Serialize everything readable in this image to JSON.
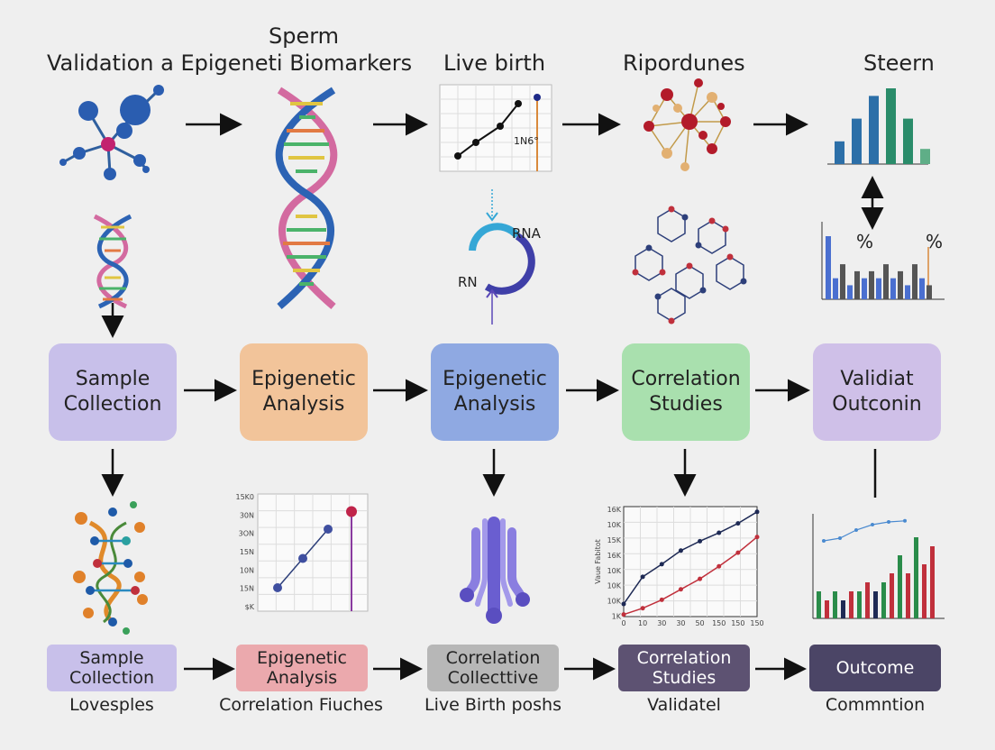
{
  "header": {
    "sperm": "Sperm",
    "main_title": "Validation a Epigeneti Biomarkers",
    "live_birth": "Live birth",
    "ripordunes": "Ripordunes",
    "steern": "Steern"
  },
  "row1_labels": {
    "chart_annotation": "1N6°",
    "rna_top": "RNA",
    "rna_left": "RN",
    "pct_a": "%",
    "pct_b": "%"
  },
  "main_boxes": [
    {
      "label": "Sample\nCollection",
      "color": "#c8c0ea"
    },
    {
      "label": "Epigenetic\nAnalysis",
      "color": "#f2c49a"
    },
    {
      "label": "Epigenetic\nAnalysis",
      "color": "#8fa9e2"
    },
    {
      "label": "Correlation\nStudies",
      "color": "#a9e0ae"
    },
    {
      "label": "Validiat\nOutconin",
      "color": "#cfc0e8"
    }
  ],
  "small_boxes": [
    {
      "label": "Sample\nCollection",
      "color": "#c8c0ea"
    },
    {
      "label": "Epigenetic\nAnalysis",
      "color": "#eba9ad"
    },
    {
      "label": "Correlation\nCollecttive",
      "color": "#b7b7b7"
    },
    {
      "label": "Correlation\nStudies",
      "color": "#5d5272",
      "text_color": "#ffffff"
    },
    {
      "label": "Outcome",
      "color": "#4b4566",
      "text_color": "#ffffff"
    }
  ],
  "captions": [
    "Lovesples",
    "Correlation Fiuches",
    "Live Birth poshs",
    "Validatel",
    "Commntion"
  ],
  "chart_data": [
    {
      "type": "line",
      "title": "",
      "y_ticks": [
        "15K0",
        "30N",
        "3ON",
        "15N",
        "10N",
        "15N",
        "$K"
      ],
      "x": [
        1,
        2,
        3
      ],
      "values": [
        2,
        4.5,
        7
      ],
      "highlight": 8.5
    },
    {
      "type": "line",
      "ylabel": "Vaue Fabitot",
      "y_ticks": [
        "16K",
        "10K",
        "15K",
        "16K",
        "10K",
        "10K",
        "10K",
        "1K"
      ],
      "x_ticks": [
        "0",
        "10",
        "30",
        "30",
        "50",
        "150",
        "150",
        "150"
      ],
      "series": [
        {
          "values": [
            1.2,
            3.8,
            5.0,
            6.3,
            7.2,
            8.0,
            8.9,
            10.0
          ],
          "color": "#1e2a55"
        },
        {
          "values": [
            0.2,
            0.8,
            1.6,
            2.6,
            3.6,
            4.8,
            6.1,
            7.6
          ],
          "color": "#c0303c"
        }
      ]
    },
    {
      "type": "bar",
      "values": [
        3,
        6,
        9,
        10,
        6,
        2
      ],
      "colors": [
        "#2c6fa8",
        "#2c6fa8",
        "#2c6fa8",
        "#2a8c6a",
        "#2a8c6a",
        "#5fae87"
      ]
    },
    {
      "type": "bar",
      "values": [
        9,
        3,
        5,
        2,
        4,
        3,
        4,
        3,
        5,
        3,
        4,
        2,
        5,
        3,
        2
      ],
      "colors": [
        "#4a6fd0",
        "#4a6fd0",
        "#555",
        "#4a6fd0",
        "#555",
        "#4a6fd0",
        "#555",
        "#4a6fd0",
        "#555",
        "#4a6fd0",
        "#555",
        "#4a6fd0",
        "#555",
        "#4a6fd0",
        "#555"
      ]
    },
    {
      "type": "bar",
      "values": [
        3,
        2,
        3,
        2,
        3,
        3,
        4,
        3,
        4,
        5,
        7,
        5,
        9,
        6,
        8
      ],
      "colors": [
        "#2a8c4a",
        "#c0303c",
        "#2a8c4a",
        "#1e2a55",
        "#c0303c",
        "#2a8c4a",
        "#c0303c",
        "#1e2a55",
        "#2a8c4a",
        "#c0303c",
        "#2a8c4a",
        "#c0303c",
        "#2a8c4a",
        "#c0303c",
        "#c0303c"
      ],
      "line_values": [
        1,
        1.5,
        3,
        4,
        4.5,
        4.7
      ]
    }
  ]
}
